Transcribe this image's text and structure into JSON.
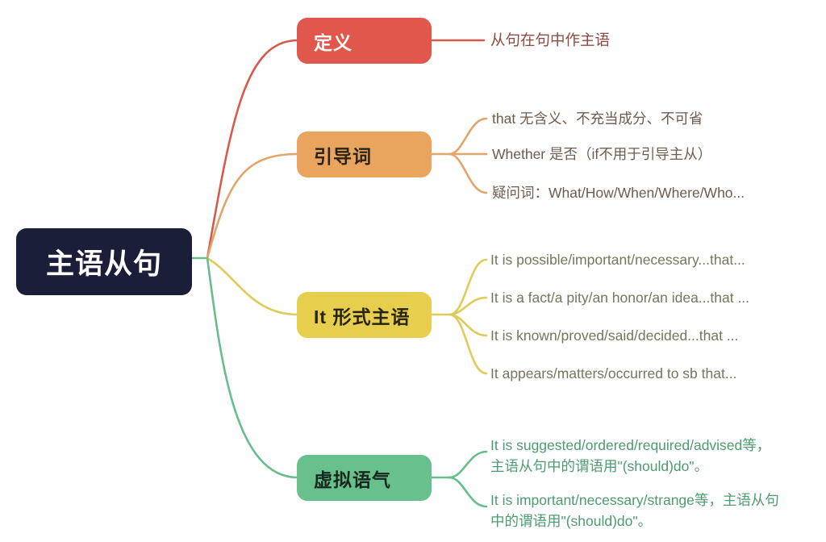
{
  "root": {
    "label": "主语从句"
  },
  "palette": {
    "root_bg": "#1a1e39",
    "branch_red": "#e2574c",
    "branch_orange": "#e9a45e",
    "branch_yellow": "#e8ce4d",
    "branch_green": "#68c08c",
    "leaf_text_red": "#8e4a3e",
    "leaf_text_orange": "#6f5b4c",
    "leaf_text_yellow": "#77755a",
    "leaf_text_green": "#4d9b70"
  },
  "branches": [
    {
      "label": "定义",
      "color": "#e2574c",
      "leaves": [
        {
          "lines": [
            "从句在句中作主语"
          ]
        }
      ]
    },
    {
      "label": "引导词",
      "color": "#e9a45e",
      "leaves": [
        {
          "lines": [
            "that 无含义、不充当成分、不可省"
          ]
        },
        {
          "lines": [
            "Whether 是否（if不用于引导主从）"
          ]
        },
        {
          "lines": [
            "疑问词：What/How/When/Where/Who..."
          ]
        }
      ]
    },
    {
      "label": "It 形式主语",
      "color": "#e8ce4d",
      "leaves": [
        {
          "lines": [
            "It is possible/important/necessary...that..."
          ]
        },
        {
          "lines": [
            "It is a fact/a pity/an honor/an idea...that ..."
          ]
        },
        {
          "lines": [
            "It is known/proved/said/decided...that ..."
          ]
        },
        {
          "lines": [
            "It appears/matters/occurred to sb that..."
          ]
        }
      ]
    },
    {
      "label": "虚拟语气",
      "color": "#68c08c",
      "leaves": [
        {
          "lines": [
            "It is suggested/ordered/required/advised等，",
            "主语从句中的谓语用\"(should)do\"。"
          ]
        },
        {
          "lines": [
            "It is important/necessary/strange等，主语从句",
            "中的谓语用\"(should)do\"。"
          ]
        }
      ]
    }
  ]
}
